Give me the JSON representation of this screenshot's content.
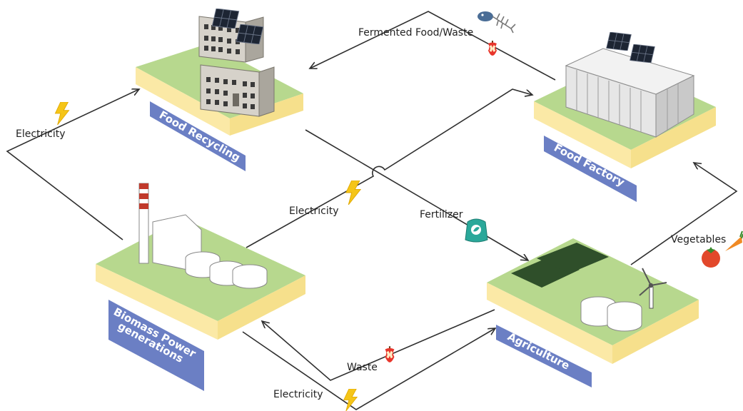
{
  "nodes": {
    "food_recycling": "Food Recycling",
    "food_factory": "Food Factory",
    "biomass": {
      "line1": "Biomass Power",
      "line2": "generations"
    },
    "agriculture": "Agriculture"
  },
  "flows": {
    "fermented": "Fermented Food/Waste",
    "electricity_left": "Electricity",
    "electricity_mid": "Electricity",
    "electricity_bottom": "Electricity",
    "fertilizer": "Fertilizer",
    "vegetables": "Vegetables",
    "waste": "Waste"
  },
  "colors": {
    "banner": "#6b7fc4",
    "grass": "#b7d88e",
    "soil": "#fbe9a6",
    "arrow": "#2f2f2f",
    "bolt": "#f5c518"
  },
  "icons": [
    "lightning-icon",
    "fish-bone-icon",
    "apple-core-icon",
    "fertilizer-bag-icon",
    "tomato-icon",
    "carrot-icon",
    "wind-turbine-icon",
    "solar-panel-icon"
  ]
}
